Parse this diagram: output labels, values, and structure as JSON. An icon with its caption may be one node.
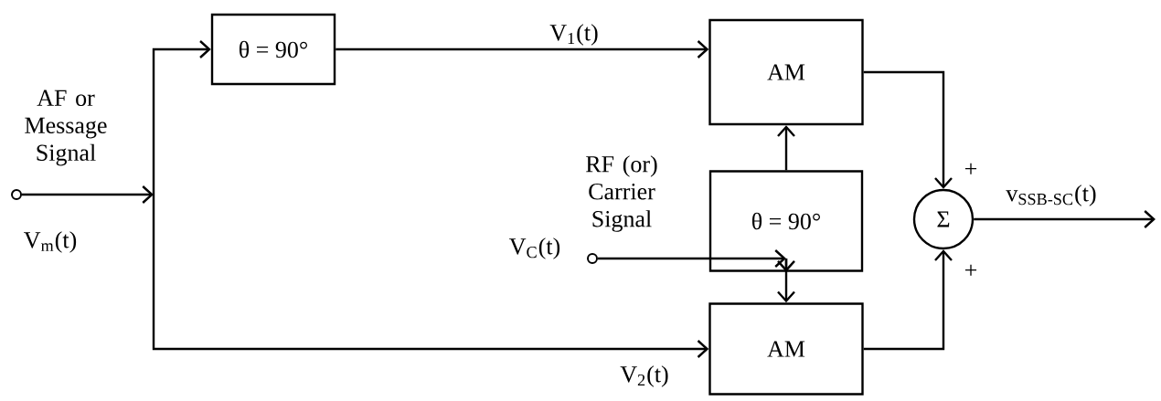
{
  "diagram": {
    "nodes": [
      {
        "text": [],
        "shape": "circle",
        "beside": [
          "AF or Message Signal",
          "V$_{m}$(t)"
        ]
      },
      {
        "text": [
          "θ = 90°"
        ]
      },
      {
        "text": [
          "AM"
        ]
      },
      {
        "text": [
          "θ = 90°"
        ]
      },
      {
        "text": [],
        "shape": "circle",
        "beside": [
          "RF (or) Carrier Signal",
          "V$_{C}$(t)"
        ]
      },
      {
        "text": [
          "AM"
        ]
      },
      {
        "text": [
          "Σ"
        ]
      }
    ],
    "edges": [
      {
        "from": 0,
        "to": 1,
        "arrow": "to"
      },
      {
        "from": 0,
        "to": 5,
        "arrow": "to",
        "label": "V$_{2}$(t)"
      },
      {
        "from": 1,
        "to": 2,
        "arrow": "to",
        "label": "V$_{1}$(t)"
      },
      {
        "from": 3,
        "to": 2,
        "arrow": "to"
      },
      {
        "from": 4,
        "to": 3,
        "arrow": "to"
      },
      {
        "from": 4,
        "to": 5,
        "arrow": "to"
      },
      {
        "from": 2,
        "to": 6,
        "arrow": "to"
      },
      {
        "from": 5,
        "to": 6,
        "arrow": "to"
      },
      {
        "from": 6,
        "to": null,
        "arrow": "to",
        "label": "v$_{SSB-SC}$(t)"
      }
    ],
    "labels": [
      "+",
      "+"
    ]
  }
}
